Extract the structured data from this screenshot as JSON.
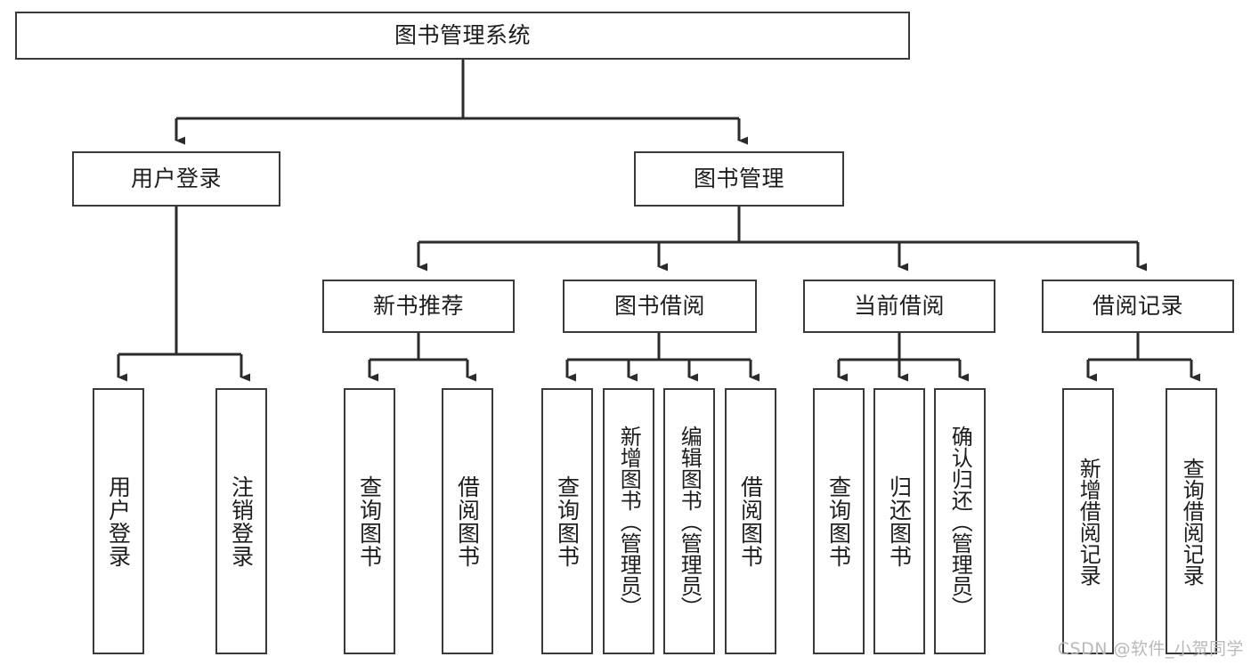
{
  "diagram": {
    "title": "图书管理系统",
    "type": "tree",
    "colors": {
      "box_border": "#3a3a3a",
      "box_fill": "#ffffff",
      "edge": "#2b2b2b",
      "text": "#1d1d1d",
      "watermark": "#b9b9b9",
      "background": "#ffffff"
    },
    "watermark": "CSDN @软件_小贺同学",
    "nodes": {
      "root": {
        "label": "图书管理系统"
      },
      "level2": [
        {
          "id": "user-login",
          "label": "用户登录"
        },
        {
          "id": "book-manage",
          "label": "图书管理"
        }
      ],
      "level3": [
        {
          "id": "new-book-recommend",
          "label": "新书推荐"
        },
        {
          "id": "book-borrow",
          "label": "图书借阅"
        },
        {
          "id": "current-borrow",
          "label": "当前借阅"
        },
        {
          "id": "borrow-record",
          "label": "借阅记录"
        }
      ],
      "leaves": {
        "user_login": [
          {
            "id": "leaf-user-login",
            "label": "用户登录"
          },
          {
            "id": "leaf-logout-login",
            "label": "注销登录"
          }
        ],
        "new_book_recommend": [
          {
            "id": "leaf-query-book-1",
            "label": "查询图书"
          },
          {
            "id": "leaf-borrow-book-1",
            "label": "借阅图书"
          }
        ],
        "book_borrow": [
          {
            "id": "leaf-query-book-2",
            "label": "查询图书"
          },
          {
            "id": "leaf-add-book",
            "label": "新增图书（管理员）"
          },
          {
            "id": "leaf-edit-book",
            "label": "编辑图书（管理员）"
          },
          {
            "id": "leaf-borrow-book-2",
            "label": "借阅图书"
          }
        ],
        "current_borrow": [
          {
            "id": "leaf-query-book-3",
            "label": "查询图书"
          },
          {
            "id": "leaf-return-book",
            "label": "归还图书"
          },
          {
            "id": "leaf-confirm-return",
            "label": "确认归还（管理员）"
          }
        ],
        "borrow_record": [
          {
            "id": "leaf-add-record",
            "label": "新增借阅记录"
          },
          {
            "id": "leaf-query-record",
            "label": "查询借阅记录"
          }
        ]
      }
    }
  }
}
